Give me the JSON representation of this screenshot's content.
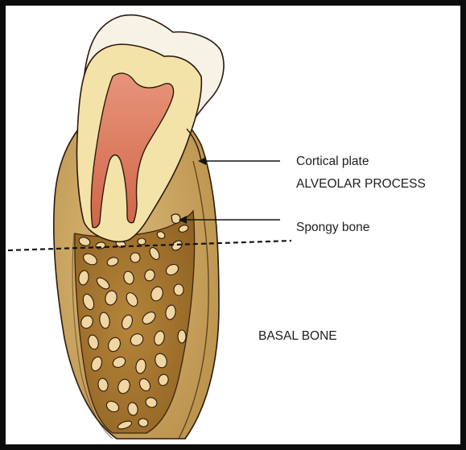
{
  "labels": {
    "cortical_plate": "Cortical plate",
    "alveolar_process": "ALVEOLAR PROCESS",
    "spongy_bone": "Spongy bone",
    "basal_bone": "BASAL BONE"
  },
  "colors": {
    "frame": "#0c0c0c",
    "background": "#ffffff",
    "outline": "#2a1a10",
    "enamel": "#f6f2e6",
    "dentin": "#f4e3a8",
    "pulp": "#de7e5e",
    "cortical_bone": "#ceaa64",
    "spongy_bone": "#a8782e",
    "marrow_space": "#f0d6a2"
  }
}
